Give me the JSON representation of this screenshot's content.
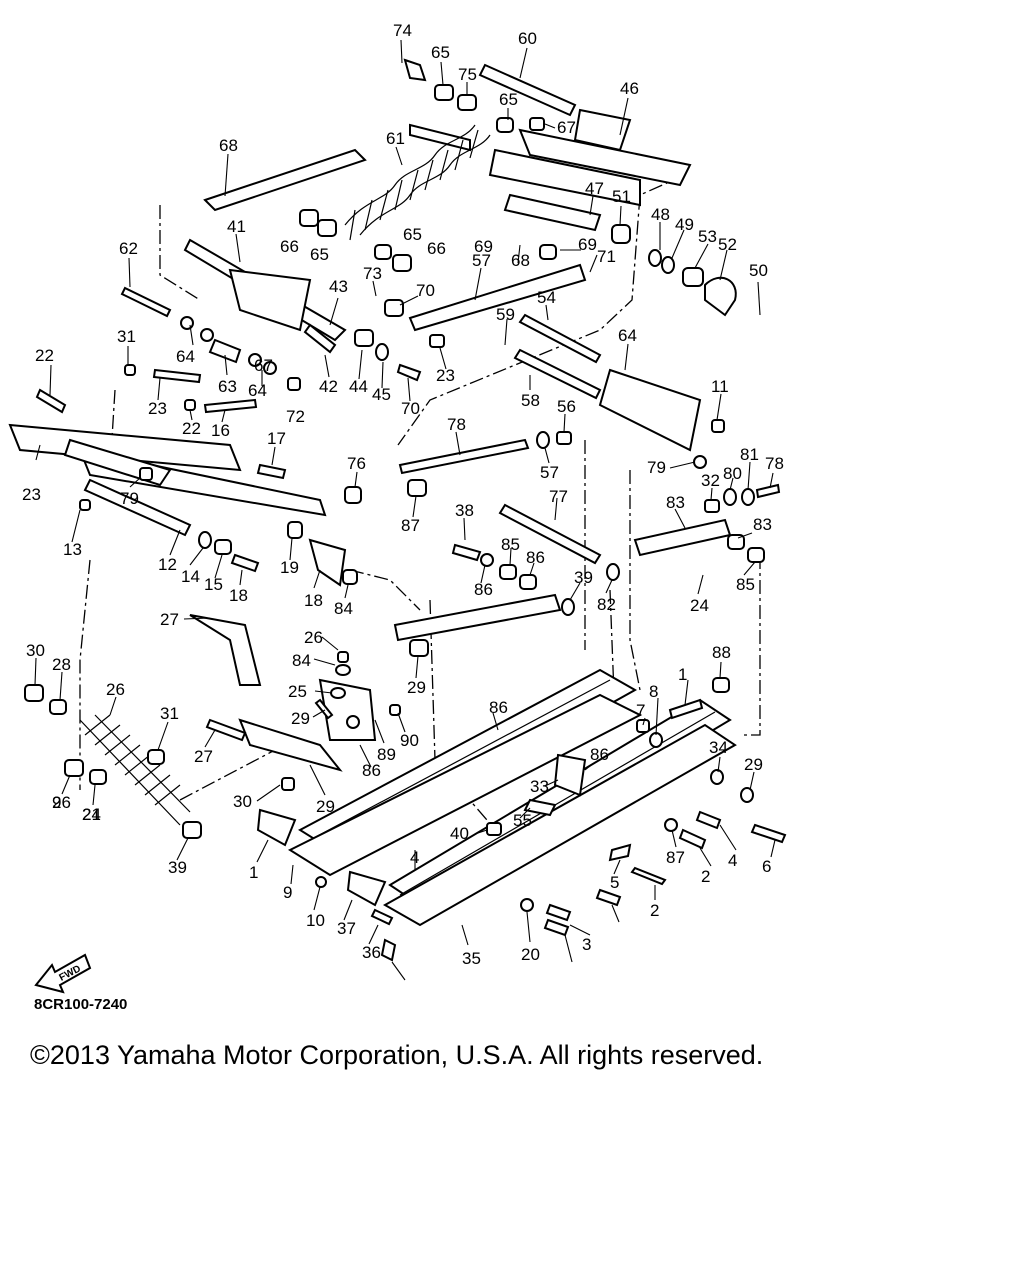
{
  "diagram": {
    "code": "8CR100-7240",
    "fwd_label": "FWD",
    "callouts": [
      "74",
      "65",
      "75",
      "60",
      "65",
      "67",
      "46",
      "68",
      "61",
      "47",
      "51",
      "48",
      "49",
      "53",
      "52",
      "50",
      "41",
      "66",
      "65",
      "65",
      "66",
      "62",
      "73",
      "69",
      "69",
      "70",
      "71",
      "68",
      "57",
      "59",
      "54",
      "64",
      "64",
      "63",
      "64",
      "67",
      "72",
      "42",
      "43",
      "44",
      "45",
      "70",
      "23",
      "31",
      "22",
      "23",
      "22",
      "16",
      "17",
      "76",
      "78",
      "56",
      "58",
      "11",
      "23",
      "79",
      "57",
      "79",
      "80",
      "81",
      "78",
      "32",
      "13",
      "12",
      "14",
      "15",
      "18",
      "19",
      "18",
      "84",
      "87",
      "38",
      "77",
      "83",
      "83",
      "85",
      "86",
      "85",
      "86",
      "39",
      "82",
      "24",
      "27",
      "26",
      "84",
      "29",
      "30",
      "28",
      "26",
      "25",
      "29",
      "31",
      "27",
      "26",
      "24",
      "90",
      "89",
      "86",
      "88",
      "1",
      "8",
      "7",
      "86",
      "86",
      "33",
      "34",
      "29",
      "30",
      "29",
      "9",
      "21",
      "39",
      "55",
      "40",
      "87",
      "4",
      "2",
      "6",
      "1",
      "9",
      "10",
      "4",
      "5",
      "2",
      "37",
      "36",
      "35",
      "20",
      "3"
    ]
  },
  "footer": {
    "copyright": "©2013 Yamaha Motor Corporation, U.S.A. All rights reserved."
  }
}
